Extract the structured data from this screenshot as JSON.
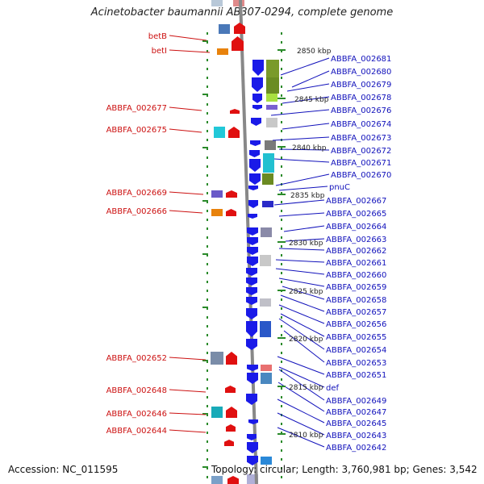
{
  "title": "Acinetobacter baumannii AB307-0294, complete genome",
  "accession": "Accession: NC_011595",
  "topology": "Topology: circular; Length: 3,760,981 bp; Genes: 3,542",
  "colors": {
    "left_label": "#cc1111",
    "right_label": "#1111bb",
    "forward_gene": "#e01010",
    "reverse_gene": "#1a1ae8",
    "backbone": "#888888",
    "tick": "#2a8a2a"
  },
  "kbp_ticks": [
    {
      "label": "2850 kbp"
    },
    {
      "label": "2845 kbp"
    },
    {
      "label": "2840 kbp"
    },
    {
      "label": "2835 kbp"
    },
    {
      "label": "2830 kbp"
    },
    {
      "label": "2825 kbp"
    },
    {
      "label": "2820 kbp"
    },
    {
      "label": "2815 kbp"
    },
    {
      "label": "2810 kbp"
    }
  ],
  "left_labels": [
    "betB",
    "betI",
    "ABBFA_002677",
    "ABBFA_002675",
    "ABBFA_002669",
    "ABBFA_002666",
    "ABBFA_002652",
    "ABBFA_002648",
    "ABBFA_002646",
    "ABBFA_002644"
  ],
  "right_labels": [
    "ABBFA_002681",
    "ABBFA_002680",
    "ABBFA_002679",
    "ABBFA_002678",
    "ABBFA_002676",
    "ABBFA_002674",
    "ABBFA_002673",
    "ABBFA_002672",
    "ABBFA_002671",
    "ABBFA_002670",
    "pnuC",
    "ABBFA_002667",
    "ABBFA_002665",
    "ABBFA_002664",
    "ABBFA_002663",
    "ABBFA_002662",
    "ABBFA_002661",
    "ABBFA_002660",
    "ABBFA_002659",
    "ABBFA_002658",
    "ABBFA_002657",
    "ABBFA_002656",
    "ABBFA_002655",
    "ABBFA_002654",
    "ABBFA_002653",
    "ABBFA_002651",
    "def",
    "ABBFA_002649",
    "ABBFA_002647",
    "ABBFA_002645",
    "ABBFA_002643",
    "ABBFA_002642"
  ]
}
